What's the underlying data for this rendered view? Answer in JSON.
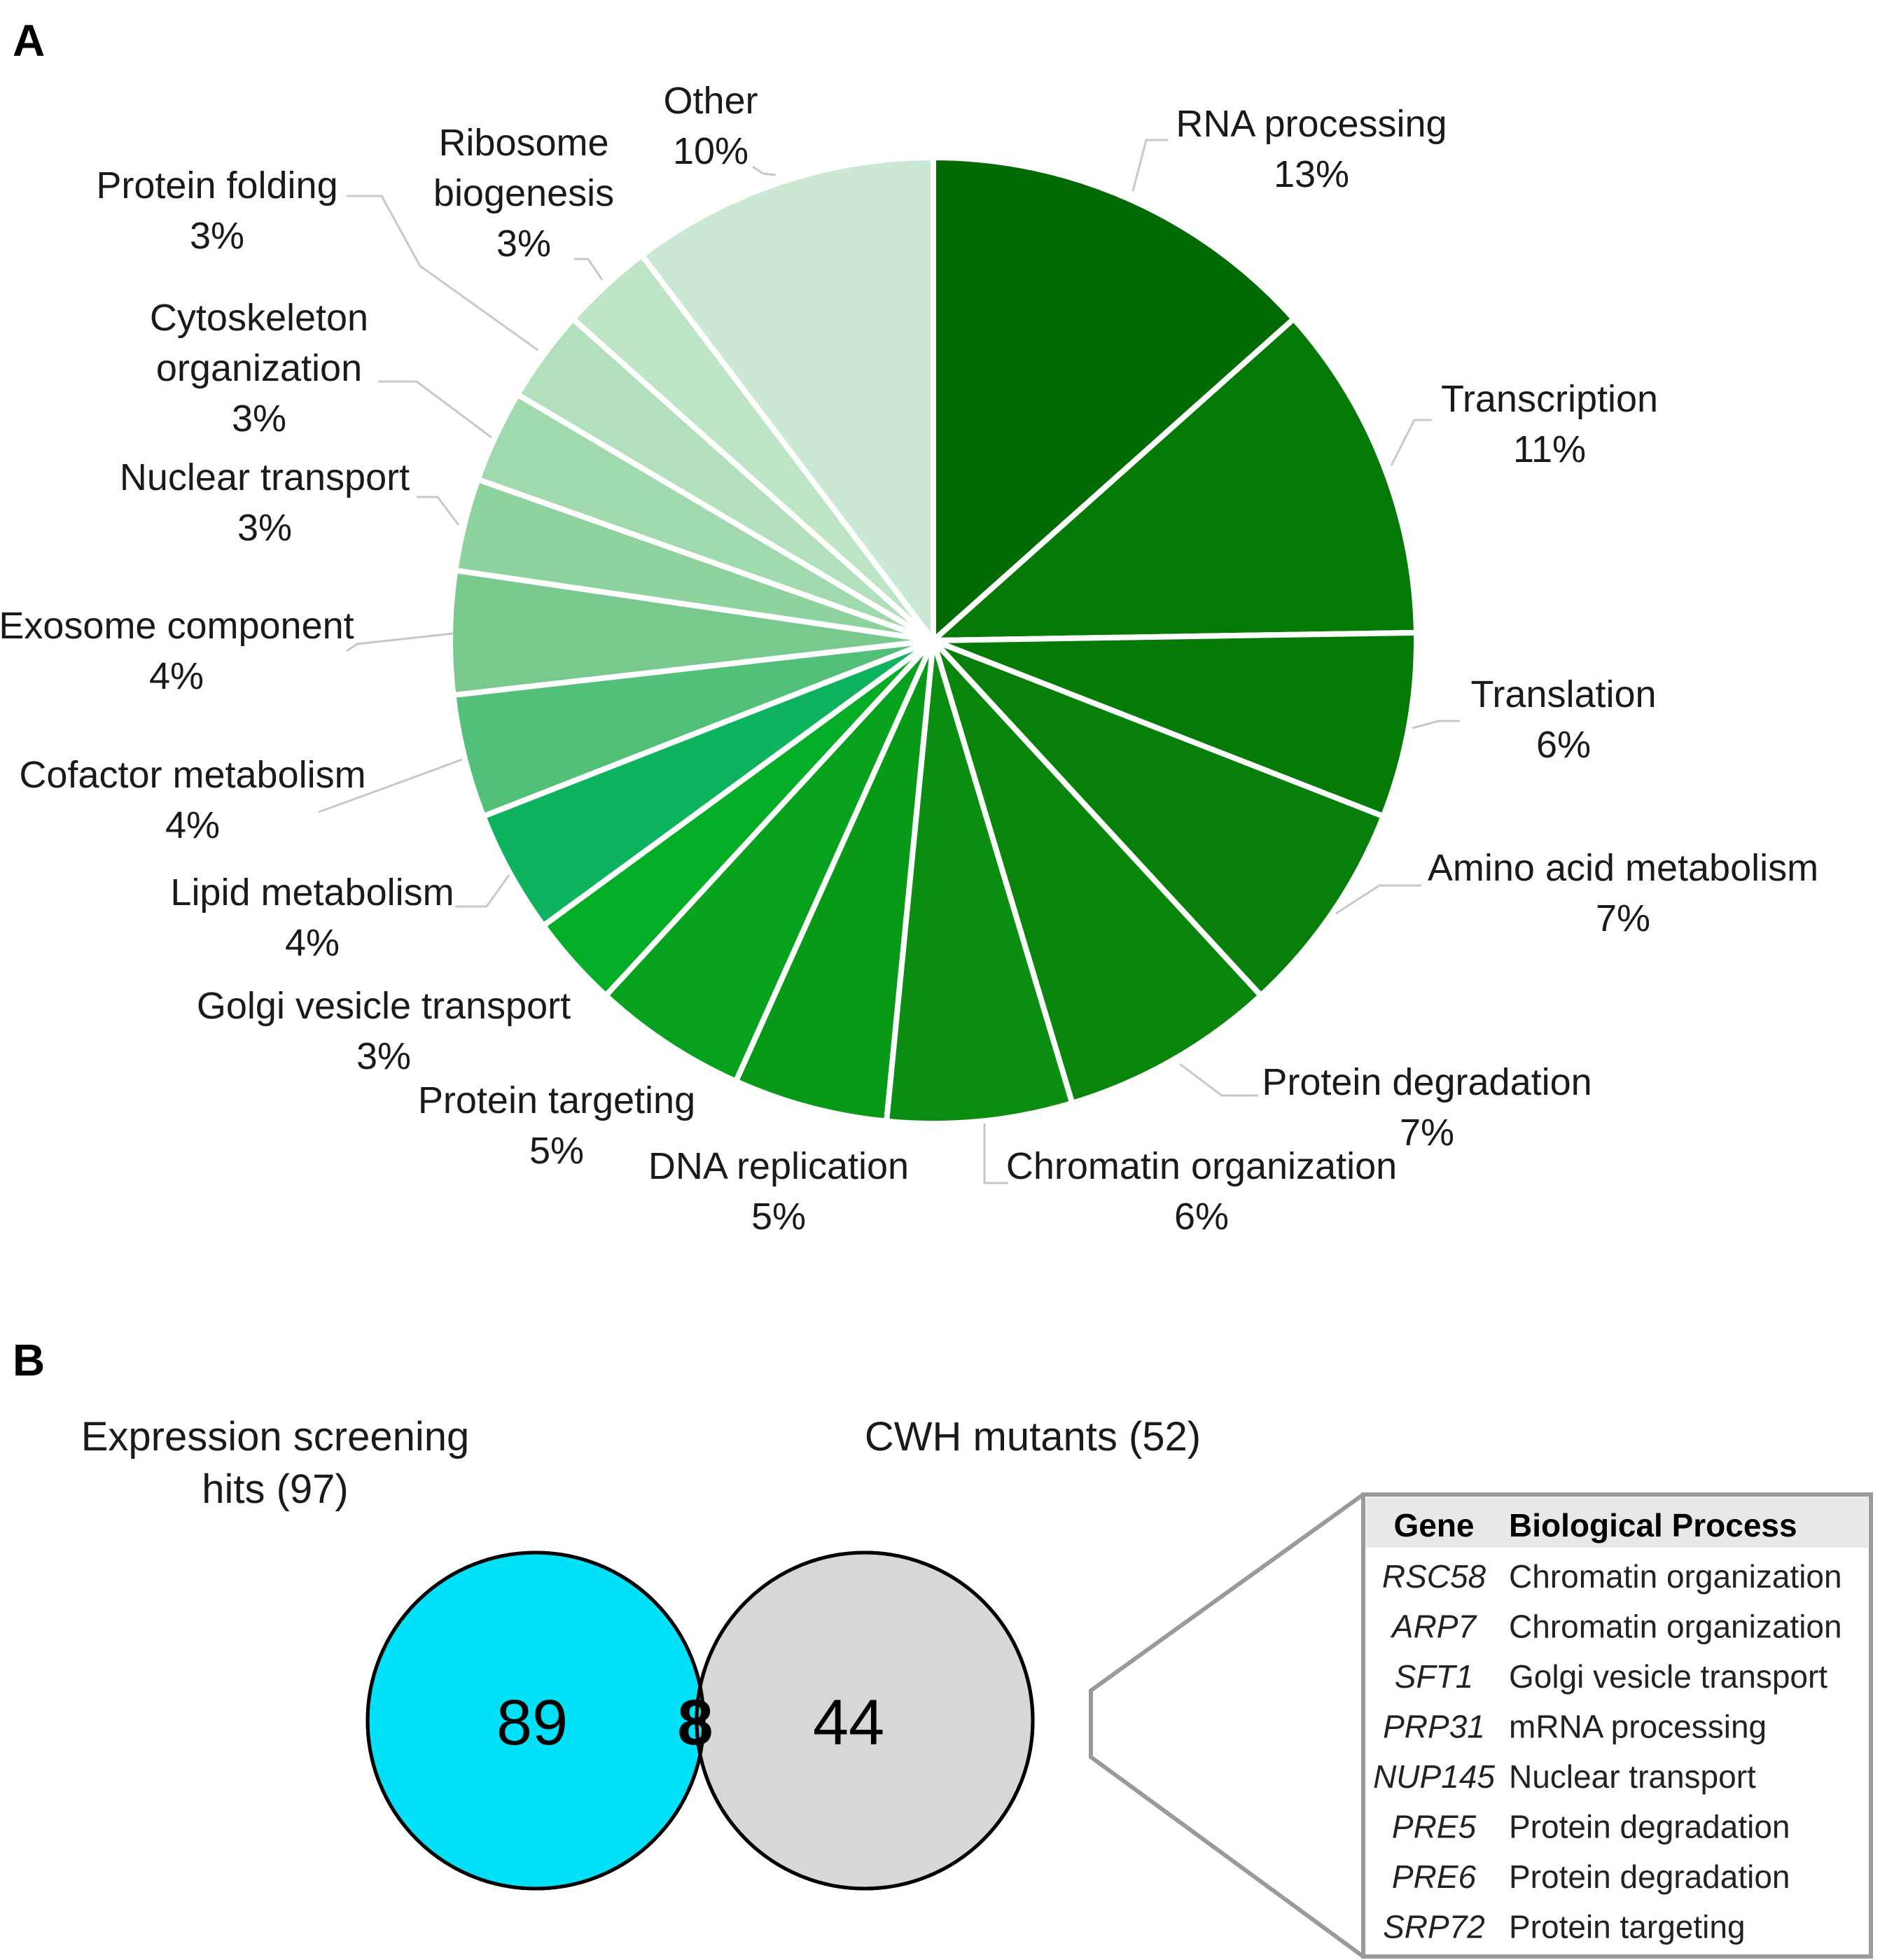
{
  "panel_a": {
    "label": "A"
  },
  "panel_b": {
    "label": "B"
  },
  "chart_data": [
    {
      "type": "pie",
      "title": "",
      "start": "top, clockwise",
      "slices": [
        {
          "name": "RNA processing",
          "value": 13,
          "pct_label": "13%",
          "color": "#036b03"
        },
        {
          "name": "Transcription",
          "value": 11,
          "pct_label": "11%",
          "color": "#067a06"
        },
        {
          "name": "Translation",
          "value": 6,
          "pct_label": "6%",
          "color": "#067a06"
        },
        {
          "name": "Amino acid metabolism",
          "value": 7,
          "pct_label": "7%",
          "color": "#087f0a"
        },
        {
          "name": "Protein degradation",
          "value": 7,
          "pct_label": "7%",
          "color": "#0a860c"
        },
        {
          "name": "Chromatin organization",
          "value": 6,
          "pct_label": "6%",
          "color": "#0a8d10"
        },
        {
          "name": "DNA replication",
          "value": 5,
          "pct_label": "5%",
          "color": "#089a16"
        },
        {
          "name": "Protein targeting",
          "value": 5,
          "pct_label": "5%",
          "color": "#07a21d"
        },
        {
          "name": "Golgi vesicle transport",
          "value": 3,
          "pct_label": "3%",
          "color": "#03ad25"
        },
        {
          "name": "Lipid metabolism",
          "value": 4,
          "pct_label": "4%",
          "color": "#0db35e"
        },
        {
          "name": "Cofactor metabolism",
          "value": 4,
          "pct_label": "4%",
          "color": "#52c079"
        },
        {
          "name": "Exosome component",
          "value": 4,
          "pct_label": "4%",
          "color": "#79c98f"
        },
        {
          "name": "Nuclear transport",
          "value": 3,
          "pct_label": "3%",
          "color": "#8ed29e"
        },
        {
          "name": "Cytoskeleton organization",
          "value": 3,
          "pct_label": "3%",
          "color": "#a0d9ad"
        },
        {
          "name": "Protein folding",
          "value": 3,
          "pct_label": "3%",
          "color": "#b2e0bc"
        },
        {
          "name": "Ribosome biogenesis",
          "value": 3,
          "pct_label": "3%",
          "color": "#bde4c5"
        },
        {
          "name": "Other",
          "value": 10,
          "pct_label": "10%",
          "color": "#cbe8d4"
        }
      ]
    },
    {
      "type": "venn",
      "sets": [
        {
          "name": "Expression screening hits (97)",
          "title_lines": [
            "Expression screening",
            "hits (97)"
          ],
          "total": 97,
          "only": "89",
          "color": "#00e1f7"
        },
        {
          "name": "CWH mutants (52)",
          "title_lines": [
            "CWH mutants (52)"
          ],
          "total": 52,
          "only": "44",
          "color": "#d8d6d7"
        }
      ],
      "intersection": {
        "value": "8",
        "color": "#48c7d3"
      }
    }
  ],
  "gene_table": {
    "headers": [
      "Gene",
      "Biological Process"
    ],
    "rows": [
      [
        "RSC58",
        "Chromatin organization"
      ],
      [
        "ARP7",
        "Chromatin organization"
      ],
      [
        "SFT1",
        "Golgi vesicle transport"
      ],
      [
        "PRP31",
        "mRNA processing"
      ],
      [
        "NUP145",
        "Nuclear transport"
      ],
      [
        "PRE5",
        "Protein degradation"
      ],
      [
        "PRE6",
        "Protein degradation"
      ],
      [
        "SRP72",
        "Protein targeting"
      ]
    ]
  }
}
